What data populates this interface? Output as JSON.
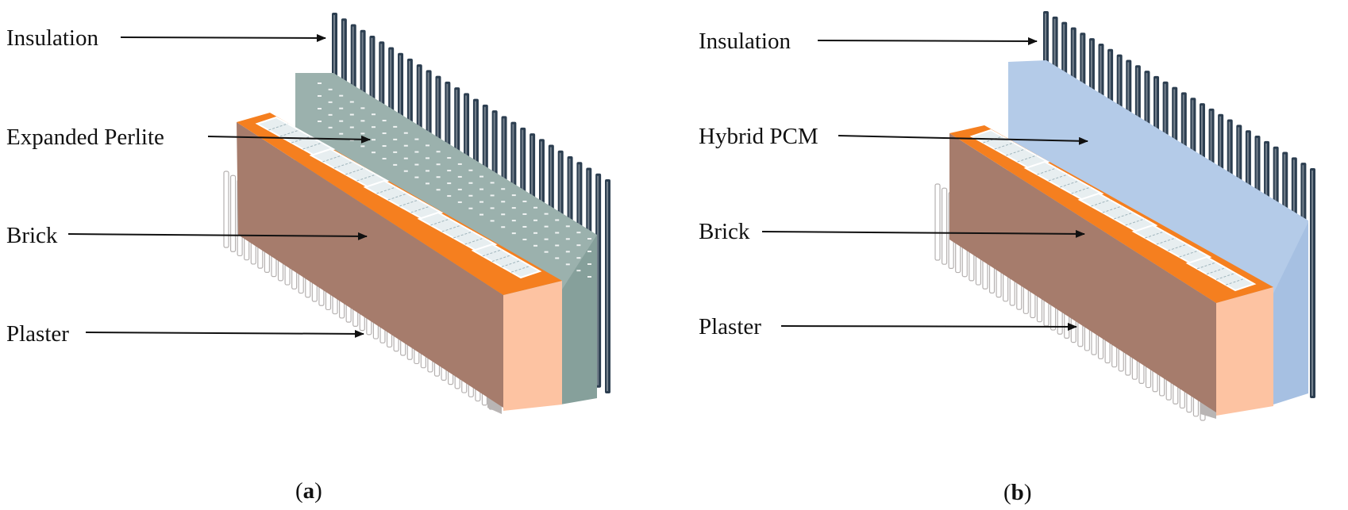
{
  "panels": [
    {
      "id": "a",
      "caption_letter": "a",
      "labels": {
        "insulation": "Insulation",
        "middle": "Expanded Perlite",
        "brick": "Brick",
        "plaster": "Plaster"
      },
      "colors": {
        "insulation": "#2c3e50",
        "middle": "#9bb1ad",
        "brick_side": "#a67c6c",
        "brick_front": "#fdc3a2",
        "brick_top": "#f57f1f",
        "plaster": "#b9b5b4"
      }
    },
    {
      "id": "b",
      "caption_letter": "b",
      "labels": {
        "insulation": "Insulation",
        "middle": "Hybrid PCM",
        "brick": "Brick",
        "plaster": "Plaster"
      },
      "colors": {
        "insulation": "#2c3e50",
        "middle": "#b4cbe8",
        "brick_side": "#a67c6c",
        "brick_front": "#fdc3a2",
        "brick_top": "#f57f1f",
        "plaster": "#b9b5b4"
      }
    }
  ]
}
